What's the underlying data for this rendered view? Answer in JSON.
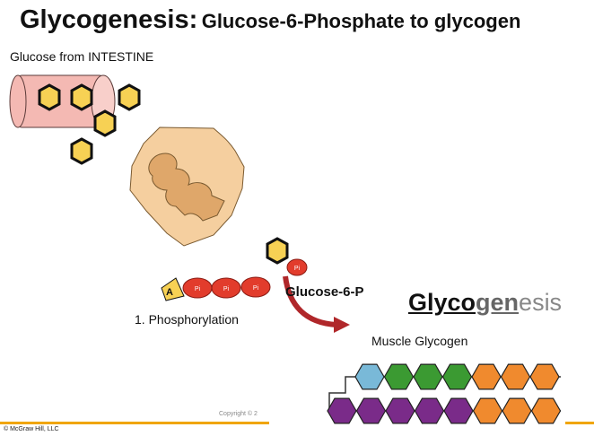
{
  "title": {
    "main": "Glycogenesis:",
    "sub": "Glucose-6-Phosphate to glycogen"
  },
  "labels": {
    "glucose_source": "Glucose from INTESTINE",
    "phosphorylation": "1. Phosphorylation",
    "g6p": "Glucose-6-P",
    "muscle_glycogen": "Muscle Glycogen",
    "copyright_inline": "Copyright © 2",
    "copyright_footer": "© McGraw Hill, LLC"
  },
  "glycogenesis_word": {
    "part1": "Glyco",
    "part2": "gen",
    "part3": "esis"
  },
  "atp": {
    "adenosine_label": "A",
    "phosphate_labels": [
      "Pi",
      "Pi",
      "Pi"
    ]
  },
  "g6p_phosphate_label": "Pi",
  "colors": {
    "glucose": "#f7d154",
    "phosphate": "#e23c2c",
    "enzyme": "#f5cf9f",
    "intestine": "#f4b9b3",
    "glycogen_blue": "#79b9d8",
    "glycogen_green": "#3b9a32",
    "glycogen_orange": "#f08a2e",
    "glycogen_purple": "#7a2b89",
    "arrow": "#b0272a",
    "accent_line": "#f0a500"
  },
  "glycogen_chain": {
    "top_row": [
      "blue",
      "green",
      "green",
      "green",
      "orange",
      "orange",
      "orange"
    ],
    "bottom_row": [
      "purple",
      "purple",
      "purple",
      "purple",
      "purple",
      "orange",
      "orange",
      "orange"
    ]
  }
}
